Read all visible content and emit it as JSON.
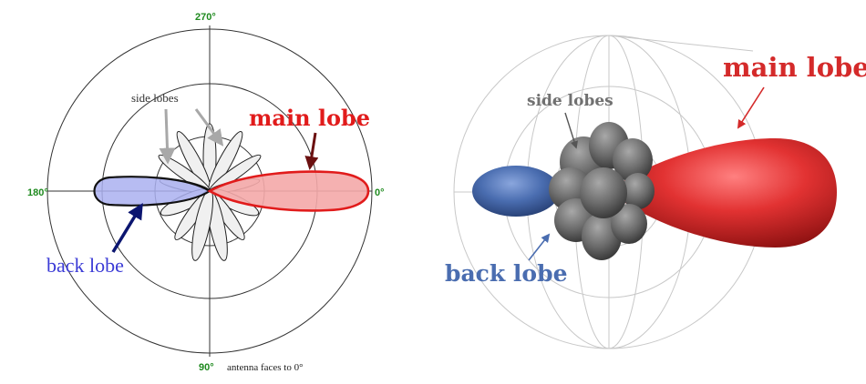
{
  "left_diagram": {
    "angle_labels": {
      "top": "270°",
      "left": "180°",
      "right": "0°",
      "bottom": "90°"
    },
    "note": "antenna faces to 0°",
    "labels": {
      "side": "side lobes",
      "main": "main lobe",
      "back": "back lobe"
    }
  },
  "right_diagram": {
    "labels": {
      "side": "side lobes",
      "main": "main lobe",
      "back": "back lobe"
    }
  },
  "colors": {
    "main": "#e11b1b",
    "main_fill": "#f4a8a8",
    "back_text": "#3b3bd6",
    "back_fill": "#aab0f0",
    "axis_label": "#1f8a1f",
    "grid": "#333333",
    "red3d": "#d42a2a",
    "blue3d": "#4a6db0",
    "gray3d": "#6b6b6b"
  }
}
